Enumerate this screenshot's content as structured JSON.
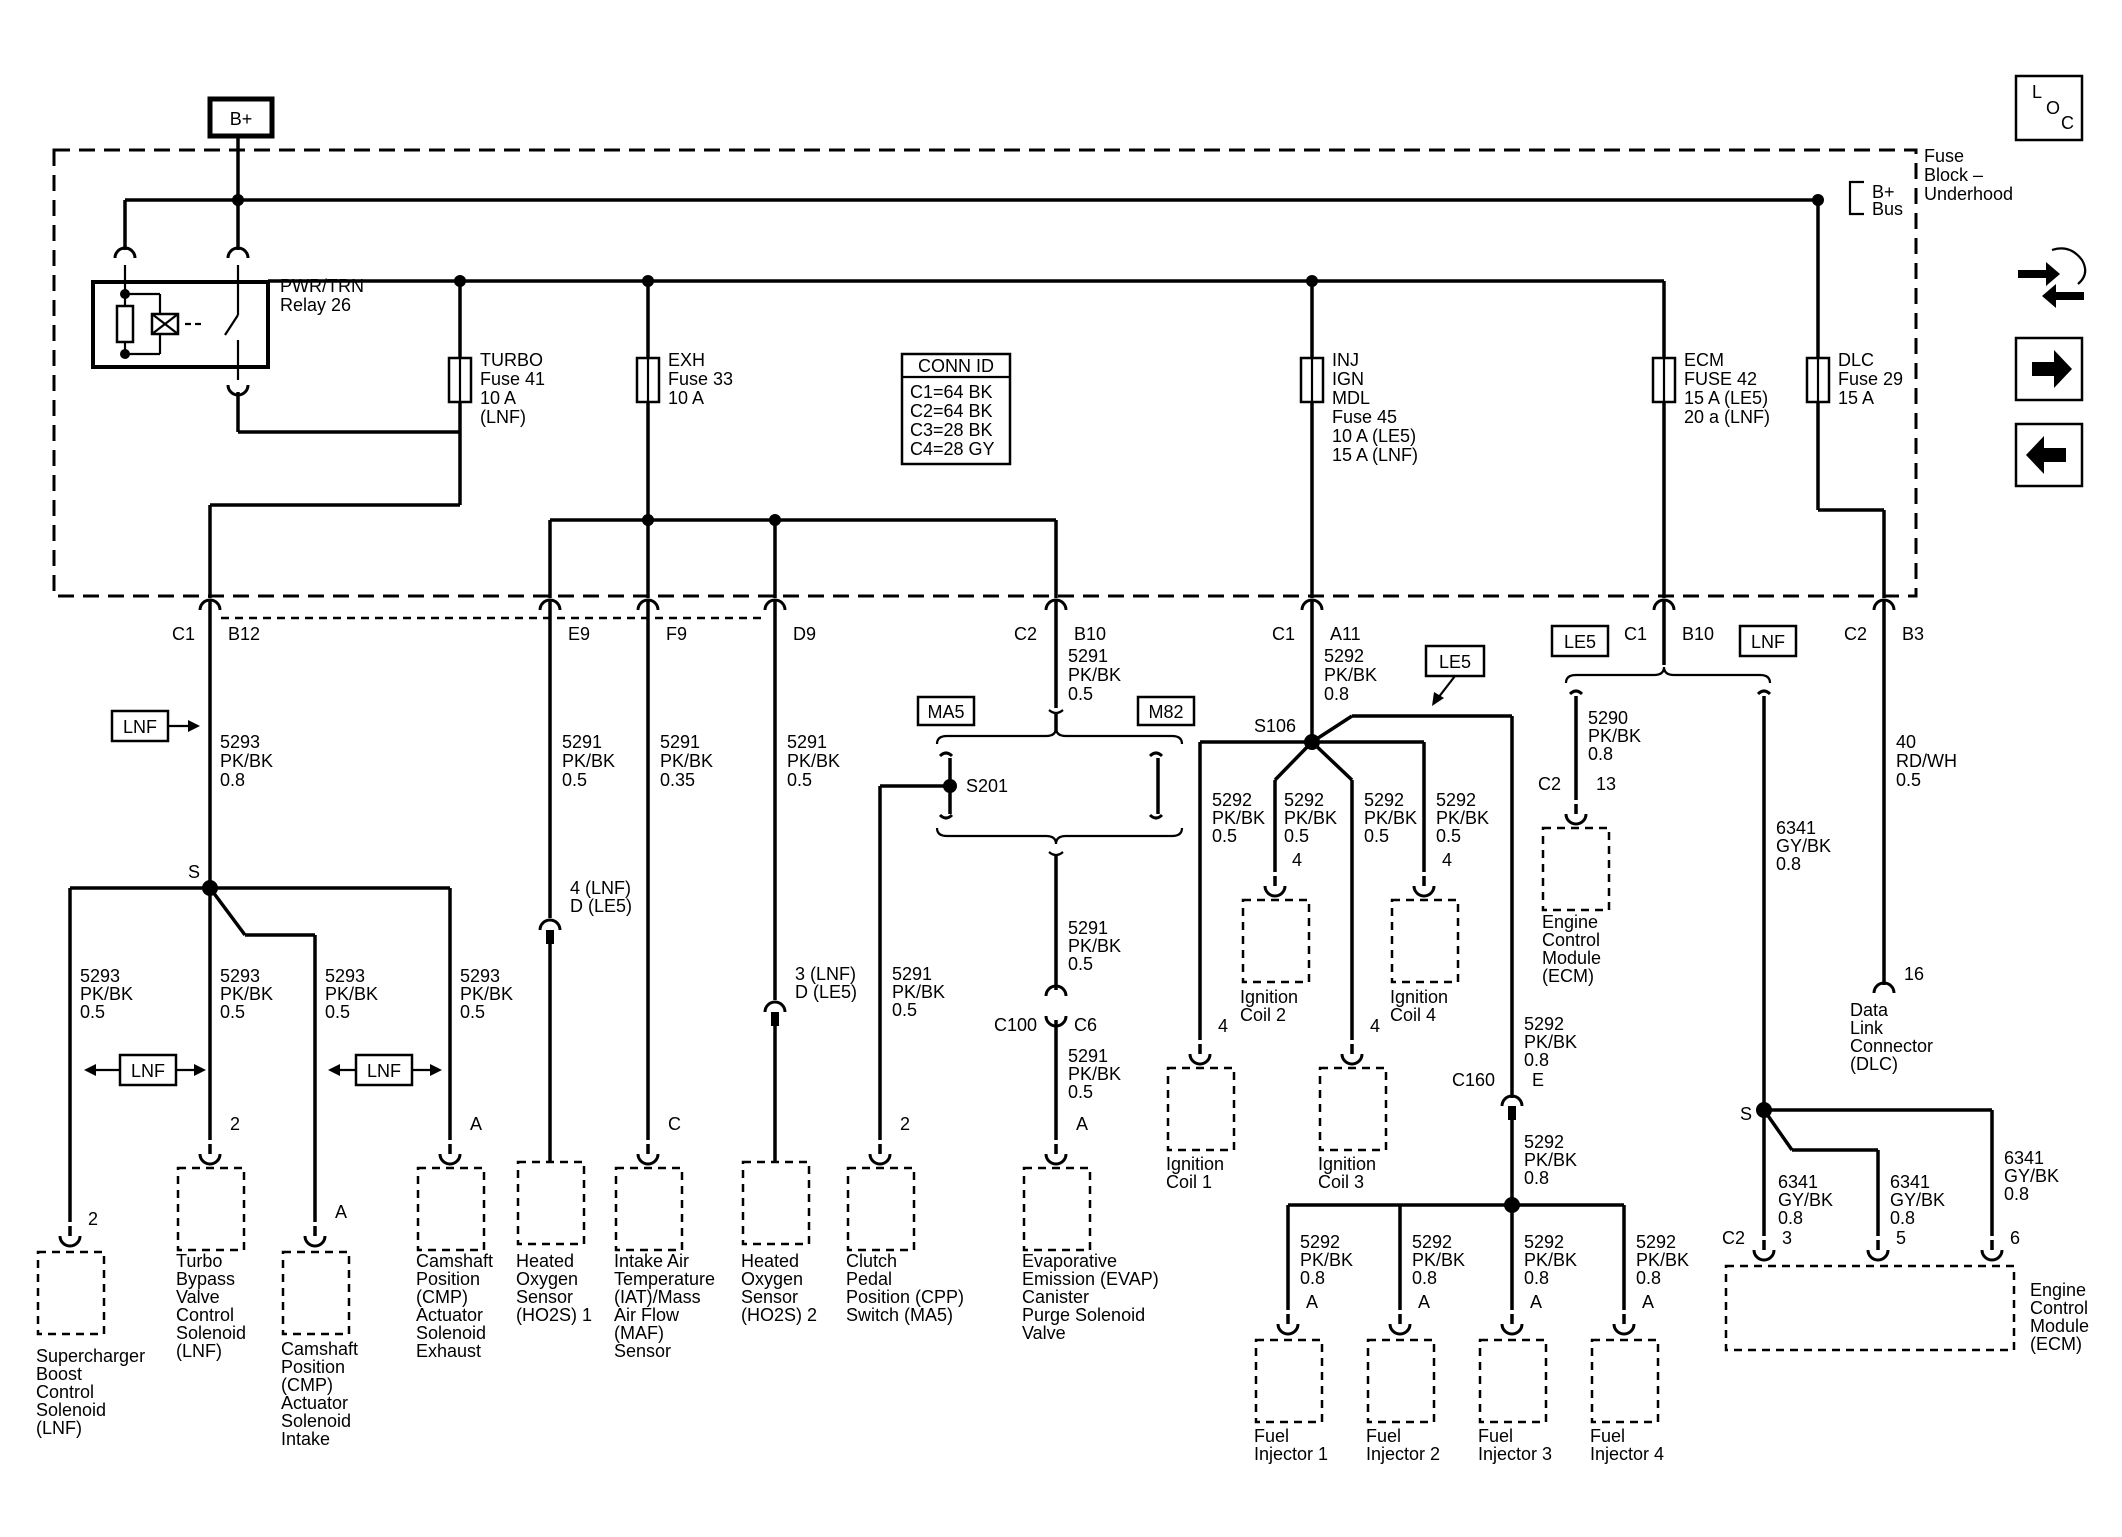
{
  "badges": {
    "bplus": "B+",
    "loc": [
      "L",
      "O",
      "C"
    ],
    "lnf": "LNF",
    "le5": "LE5",
    "ma5": "MA5",
    "m82": "M82"
  },
  "fuse_block": {
    "title": [
      "Fuse",
      "Block –",
      "Underhood"
    ],
    "bus": [
      "B+",
      "Bus"
    ],
    "relay": [
      "PWR/TRN",
      "Relay 26"
    ]
  },
  "fuses": {
    "turbo": [
      "TURBO",
      "Fuse 41",
      "10 A",
      "(LNF)"
    ],
    "exh": [
      "EXH",
      "Fuse 33",
      "10 A"
    ],
    "inj": [
      "INJ",
      "IGN",
      "MDL",
      "Fuse 45",
      "10 A (LE5)",
      "15 A (LNF)"
    ],
    "ecm": [
      "ECM",
      "FUSE 42",
      "15 A (LE5)",
      "20 a (LNF)"
    ],
    "dlc": [
      "DLC",
      "Fuse 29",
      "15 A"
    ]
  },
  "conn_id": {
    "title": "CONN ID",
    "rows": [
      "C1=64 BK",
      "C2=64 BK",
      "C3=28 BK",
      "C4=28 GY"
    ]
  },
  "connectors": {
    "c1_b12": [
      "C1",
      "B12"
    ],
    "e9": "E9",
    "f9": "F9",
    "d9": "D9",
    "c2_b10": [
      "C2",
      "B10"
    ],
    "c1_a11": [
      "C1",
      "A11"
    ],
    "c1_b10": [
      "C1",
      "B10"
    ],
    "c2_b3": [
      "C2",
      "B3"
    ],
    "s106": "S106",
    "s201": "S201",
    "s_left": "S",
    "s_right": "S",
    "c100": "C100",
    "c6": "C6",
    "c160": "C160",
    "c160_pin": "E",
    "c2_ecm13": [
      "C2",
      "13"
    ],
    "c2_ecm_bottom": "C2"
  },
  "wires": {
    "w5293_main": [
      "5293",
      "PK/BK",
      "0.8"
    ],
    "w5291_e9": [
      "5291",
      "PK/BK",
      "0.5"
    ],
    "w5291_f9": [
      "5291",
      "PK/BK",
      "0.35"
    ],
    "w5291_d9": [
      "5291",
      "PK/BK",
      "0.5"
    ],
    "w5291_b10": [
      "5291",
      "PK/BK",
      "0.5"
    ],
    "w5292_a11": [
      "5292",
      "PK/BK",
      "0.8"
    ],
    "w5290": [
      "5290",
      "PK/BK",
      "0.8"
    ],
    "w40": [
      "40",
      "RD/WH",
      "0.5"
    ],
    "w5293_a": [
      "5293",
      "PK/BK",
      "0.5"
    ],
    "w5293_b": [
      "5293",
      "PK/BK",
      "0.5"
    ],
    "w5293_c": [
      "5293",
      "PK/BK",
      "0.5"
    ],
    "w5293_d": [
      "5293",
      "PK/BK",
      "0.5"
    ],
    "w5291_cpp": [
      "5291",
      "PK/BK",
      "0.5"
    ],
    "w5291_mid": [
      "5291",
      "PK/BK",
      "0.5"
    ],
    "w5291_c6": [
      "5291",
      "PK/BK",
      "0.5"
    ],
    "w5292_c1": [
      "5292",
      "PK/BK",
      "0.5"
    ],
    "w5292_c2": [
      "5292",
      "PK/BK",
      "0.5"
    ],
    "w5292_c3": [
      "5292",
      "PK/BK",
      "0.5"
    ],
    "w5292_c4": [
      "5292",
      "PK/BK",
      "0.5"
    ],
    "w5292_le5": [
      "5292",
      "PK/BK",
      "0.8"
    ],
    "w5292_c160": [
      "5292",
      "PK/BK",
      "0.8"
    ],
    "w5292_i1": [
      "5292",
      "PK/BK",
      "0.8"
    ],
    "w5292_i2": [
      "5292",
      "PK/BK",
      "0.8"
    ],
    "w5292_i3": [
      "5292",
      "PK/BK",
      "0.8"
    ],
    "w5292_i4": [
      "5292",
      "PK/BK",
      "0.8"
    ],
    "w6341_main": [
      "6341",
      "GY/BK",
      "0.8"
    ],
    "w6341_a": [
      "6341",
      "GY/BK",
      "0.8"
    ],
    "w6341_b": [
      "6341",
      "GY/BK",
      "0.8"
    ],
    "w6341_c": [
      "6341",
      "GY/BK",
      "0.8"
    ]
  },
  "pins": {
    "supercharger": "2",
    "turbo_bypass": "2",
    "cmp_intake": "A",
    "cmp_exhaust": "A",
    "ho2s1": [
      "4 (LNF)",
      "D (LE5)"
    ],
    "maf": "C",
    "ho2s2": [
      "3 (LNF)",
      "D (LE5)"
    ],
    "cpp": "2",
    "evap": "A",
    "coil1": "4",
    "coil2": "4",
    "coil3": "4",
    "coil4": "4",
    "dlc": "16",
    "inj1": "A",
    "inj2": "A",
    "inj3": "A",
    "inj4": "A",
    "ecm3": "3",
    "ecm5": "5",
    "ecm6": "6"
  },
  "components": {
    "supercharger": [
      "Supercharger",
      "Boost",
      "Control",
      "Solenoid",
      "(LNF)"
    ],
    "turbo_bypass": [
      "Turbo",
      "Bypass",
      "Valve",
      "Control",
      "Solenoid",
      "(LNF)"
    ],
    "cmp_intake": [
      "Camshaft",
      "Position",
      "(CMP)",
      "Actuator",
      "Solenoid",
      "Intake"
    ],
    "cmp_exhaust": [
      "Camshaft",
      "Position",
      "(CMP)",
      "Actuator",
      "Solenoid",
      "Exhaust"
    ],
    "ho2s1": [
      "Heated",
      "Oxygen",
      "Sensor",
      "(HO2S) 1"
    ],
    "maf": [
      "Intake Air",
      "Temperature",
      "(IAT)/Mass",
      "Air Flow",
      "(MAF)",
      "Sensor"
    ],
    "ho2s2": [
      "Heated",
      "Oxygen",
      "Sensor",
      "(HO2S) 2"
    ],
    "cpp": [
      "Clutch",
      "Pedal",
      "Position (CPP)",
      "Switch (MA5)"
    ],
    "evap": [
      "Evaporative",
      "Emission (EVAP)",
      "Canister",
      "Purge Solenoid",
      "Valve"
    ],
    "coil1": [
      "Ignition",
      "Coil 1"
    ],
    "coil2": [
      "Ignition",
      "Coil 2"
    ],
    "coil3": [
      "Ignition",
      "Coil 3"
    ],
    "coil4": [
      "Ignition",
      "Coil 4"
    ],
    "ecm_top": [
      "Engine",
      "Control",
      "Module",
      "(ECM)"
    ],
    "dlc": [
      "Data",
      "Link",
      "Connector",
      "(DLC)"
    ],
    "inj1": [
      "Fuel",
      "Injector 1"
    ],
    "inj2": [
      "Fuel",
      "Injector 2"
    ],
    "inj3": [
      "Fuel",
      "Injector 3"
    ],
    "inj4": [
      "Fuel",
      "Injector 4"
    ],
    "ecm_bottom": [
      "Engine",
      "Control",
      "Module",
      "(ECM)"
    ]
  },
  "nav": {
    "swap_icon": "wiring-swap-icon",
    "next_icon": "arrow-right-icon",
    "prev_icon": "arrow-left-icon"
  }
}
